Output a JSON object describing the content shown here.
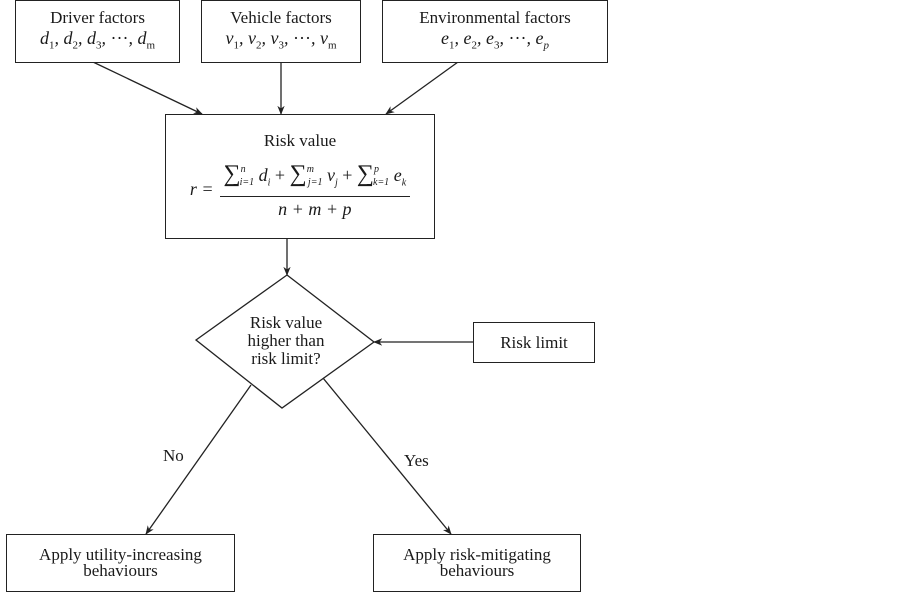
{
  "inputs": {
    "driver": {
      "title": "Driver factors",
      "vars": [
        "d",
        "d",
        "d",
        "d"
      ],
      "subs": [
        "1",
        "2",
        "3",
        "m"
      ]
    },
    "vehicle": {
      "title": "Vehicle factors",
      "vars": [
        "v",
        "v",
        "v",
        "v"
      ],
      "subs": [
        "1",
        "2",
        "3",
        "m"
      ]
    },
    "environment": {
      "title": "Environmental factors",
      "vars": [
        "e",
        "e",
        "e",
        "e"
      ],
      "subs": [
        "1",
        "2",
        "3",
        "p"
      ]
    },
    "ellipsis": "···"
  },
  "risk_value": {
    "title": "Risk value",
    "lhs": "r =",
    "sum_symbol": "∑",
    "terms": [
      {
        "var": "d",
        "sub": "i",
        "idx": "i=1",
        "upper": "n"
      },
      {
        "var": "v",
        "sub": "j",
        "idx": "j=1",
        "upper": "m"
      },
      {
        "var": "e",
        "sub": "k",
        "idx": "k=1",
        "upper": "p"
      }
    ],
    "plus": "+",
    "denominator": "n + m + p"
  },
  "decision": {
    "lines": [
      "Risk value",
      "higher than",
      "risk limit?"
    ]
  },
  "risk_limit": {
    "label": "Risk limit"
  },
  "branches": {
    "no": "No",
    "yes": "Yes"
  },
  "outcomes": {
    "no": [
      "Apply utility-increasing",
      "behaviours"
    ],
    "yes": [
      "Apply risk-mitigating",
      "behaviours"
    ]
  }
}
